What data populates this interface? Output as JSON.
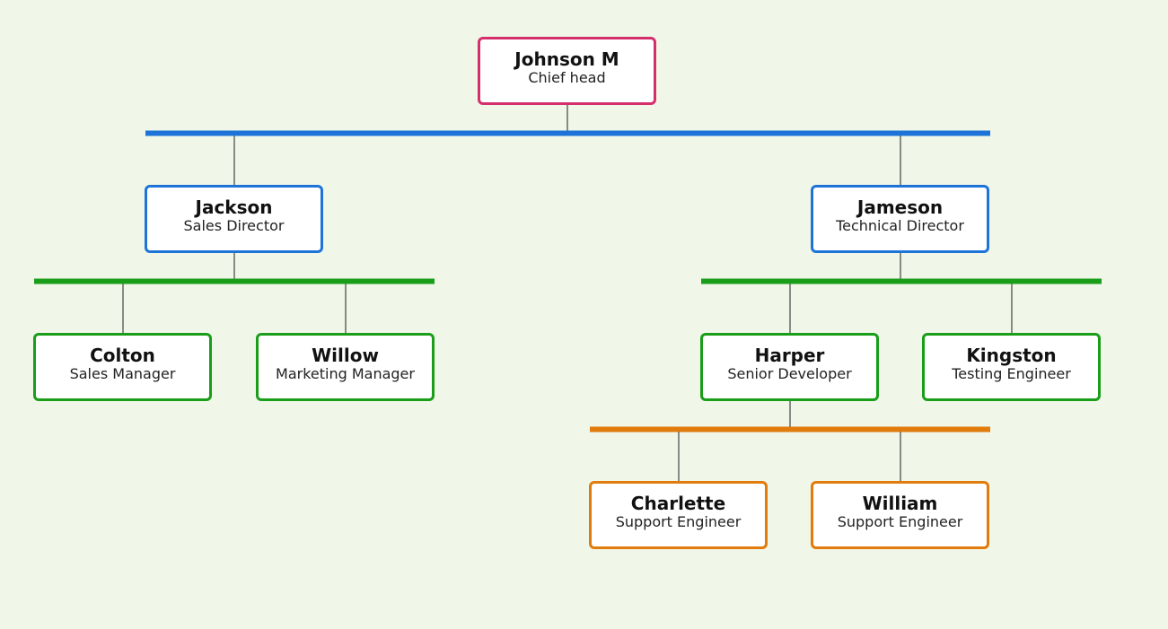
{
  "colors": {
    "background": "#f0f7e8",
    "root_border": "#d42f6c",
    "director_border": "#1e73d8",
    "staff_border": "#1a9e1a",
    "support_border": "#e07b0c",
    "connector": "#666666"
  },
  "org": {
    "root": {
      "name": "Johnson M",
      "role": "Chief head"
    },
    "sales_director": {
      "name": "Jackson",
      "role": "Sales Director"
    },
    "technical_director": {
      "name": "Jameson",
      "role": "Technical Director"
    },
    "sales_manager": {
      "name": "Colton",
      "role": "Sales Manager"
    },
    "marketing_manager": {
      "name": "Willow",
      "role": "Marketing Manager"
    },
    "senior_developer": {
      "name": "Harper",
      "role": "Senior Developer"
    },
    "testing_engineer": {
      "name": "Kingston",
      "role": "Testing Engineer"
    },
    "support_engineer_1": {
      "name": "Charlette",
      "role": "Support Engineer"
    },
    "support_engineer_2": {
      "name": "William",
      "role": "Support Engineer"
    }
  }
}
